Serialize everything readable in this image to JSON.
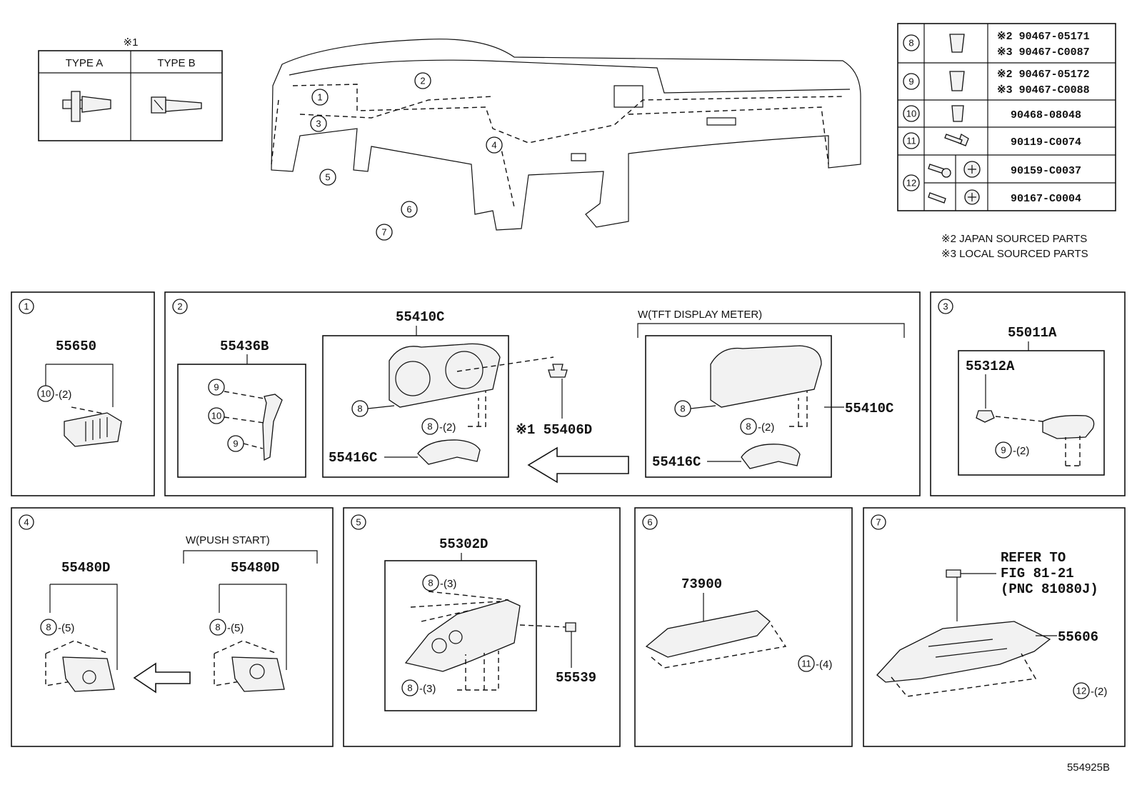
{
  "type_table": {
    "note_mark": "※1",
    "type_a": "TYPE A",
    "type_b": "TYPE B"
  },
  "overview_refs": [
    "1",
    "2",
    "3",
    "4",
    "5",
    "6",
    "7"
  ],
  "fastener_table": [
    {
      "ref": "8",
      "lines": [
        "※2 90467-05171",
        "※3 90467-C0087"
      ],
      "icon": "clip-icon"
    },
    {
      "ref": "9",
      "lines": [
        "※2 90467-05172",
        "※3 90467-C0088"
      ],
      "icon": "clip-icon"
    },
    {
      "ref": "10",
      "lines": [
        "90468-08048"
      ],
      "icon": "clip-icon"
    },
    {
      "ref": "11",
      "lines": [
        "90119-C0074"
      ],
      "icon": "bolt-icon"
    },
    {
      "ref": "12",
      "lines": [
        "90159-C0037",
        "90167-C0004"
      ],
      "icon": "screw-icon"
    }
  ],
  "notes": [
    "※2 JAPAN SOURCED PARTS",
    "※3 LOCAL SOURCED PARTS"
  ],
  "panels": {
    "p1": {
      "ref": "1",
      "part": "55650",
      "fastener": "10",
      "qty": "-(2)"
    },
    "p2": {
      "ref": "2",
      "bracket_part": "55436B",
      "cluster_part": "55410C",
      "clip_part": "※1 55406D",
      "hood_part": "55416C",
      "variant_label": "W(TFT DISPLAY METER)",
      "variant_cluster_part": "55410C",
      "variant_hood_part": "55416C",
      "refs": {
        "f9": "9",
        "f10": "10",
        "f8": "8",
        "qty2": "-(2)"
      }
    },
    "p3": {
      "ref": "3",
      "outer_part": "55011A",
      "inner_part": "55312A",
      "fastener": "9",
      "qty": "-(2)"
    },
    "p4": {
      "ref": "4",
      "part": "55480D",
      "variant_label": "W(PUSH START)",
      "variant_part": "55480D",
      "fastener": "8",
      "qty": "-(5)"
    },
    "p5": {
      "ref": "5",
      "part": "55302D",
      "side_part": "55539",
      "fastener": "8",
      "qty": "-(3)"
    },
    "p6": {
      "ref": "6",
      "part": "73900",
      "fastener": "11",
      "qty": "-(4)"
    },
    "p7": {
      "ref": "7",
      "refer_lines": [
        "REFER TO",
        "FIG 81-21",
        "(PNC 81080J)"
      ],
      "part": "55606",
      "fastener": "12",
      "qty": "-(2)"
    }
  },
  "figure_id": "554925B"
}
